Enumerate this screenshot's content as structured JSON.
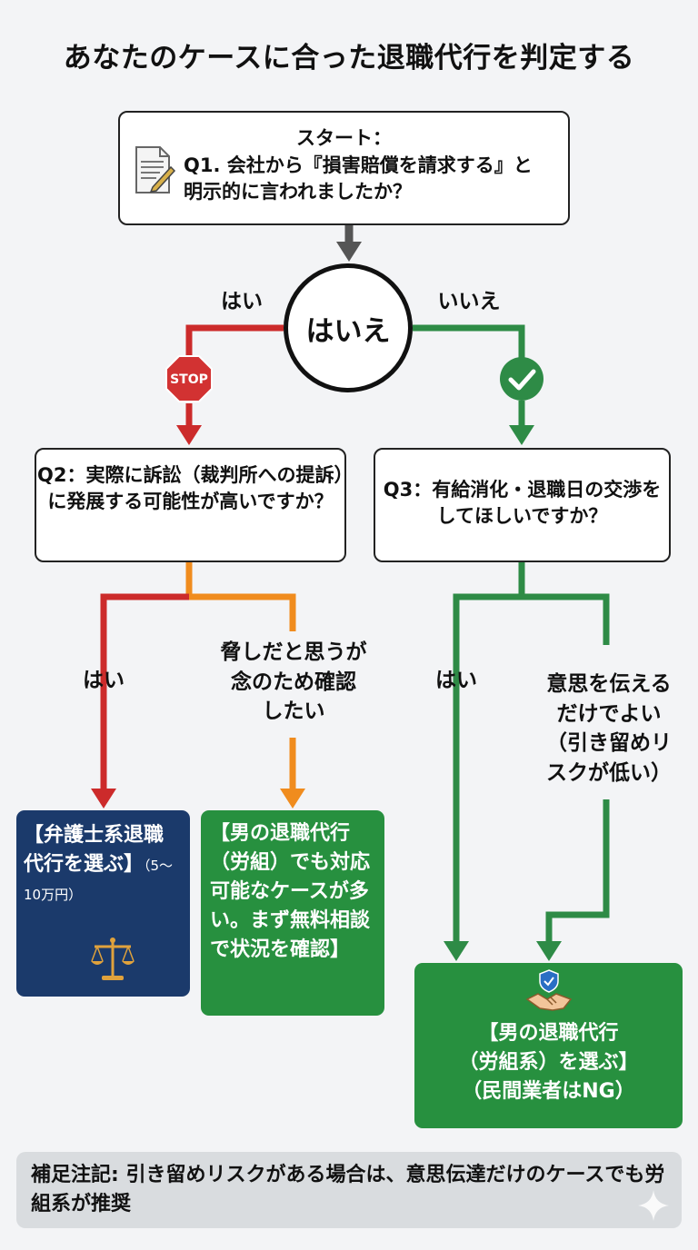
{
  "title": "あなたのケースに合った退職代行を判定する",
  "q1": {
    "line1": "スタート：",
    "line2": "Q1. 会社から『損害賠償を請求する』と明示的に言われましたか？"
  },
  "decision_label": "はいえ",
  "branch_yes_label": "はい",
  "branch_no_label": "いいえ",
  "stop_sign_text": "STOP",
  "q2": {
    "text": "Q2：実際に訴訟（裁判所への提訴）に発展する可能性が高いですか？"
  },
  "q3": {
    "text": "Q3：有給消化・退職日の交渉をしてほしいですか？"
  },
  "q2_yes_label": "はい",
  "q2_check_label": [
    "脅しだと思うが",
    "念のため確認",
    "したい"
  ],
  "q3_yes_label": "はい",
  "q3_intent_label": [
    "意思を伝える",
    "だけでよい",
    "（引き留めリ",
    "スクが低い）"
  ],
  "result_lawyer": {
    "text": "【弁護士系退職代行を選ぶ】",
    "price": "（5〜10万円）"
  },
  "result_union_consult": {
    "text": "【男の退職代行（労組）でも対応可能なケースが多い。まず無料相談で状況を確認】"
  },
  "result_union": {
    "line1": "【男の退職代行",
    "line2": "（労組系）を選ぶ】",
    "line3": "（民間業者はNG）"
  },
  "note": "補足注記: 引き留めリスクがある場合は、意思伝達だけのケースでも労組系が推奨",
  "icons": {
    "document": "document-pen-icon",
    "stop": "stop-sign-icon",
    "check": "check-circle-icon",
    "scales": "scales-of-justice-icon",
    "handshake": "handshake-shield-icon",
    "sparkle": "sparkle-icon"
  },
  "colors": {
    "yes_path": "#cc2b2b",
    "no_path": "#2e8b46",
    "check_path": "#f08c1e",
    "arrow_gray": "#555555",
    "lawyer_box": "#1b3a6b",
    "union_box": "#27903f",
    "note_bg": "#d9dcdf"
  }
}
